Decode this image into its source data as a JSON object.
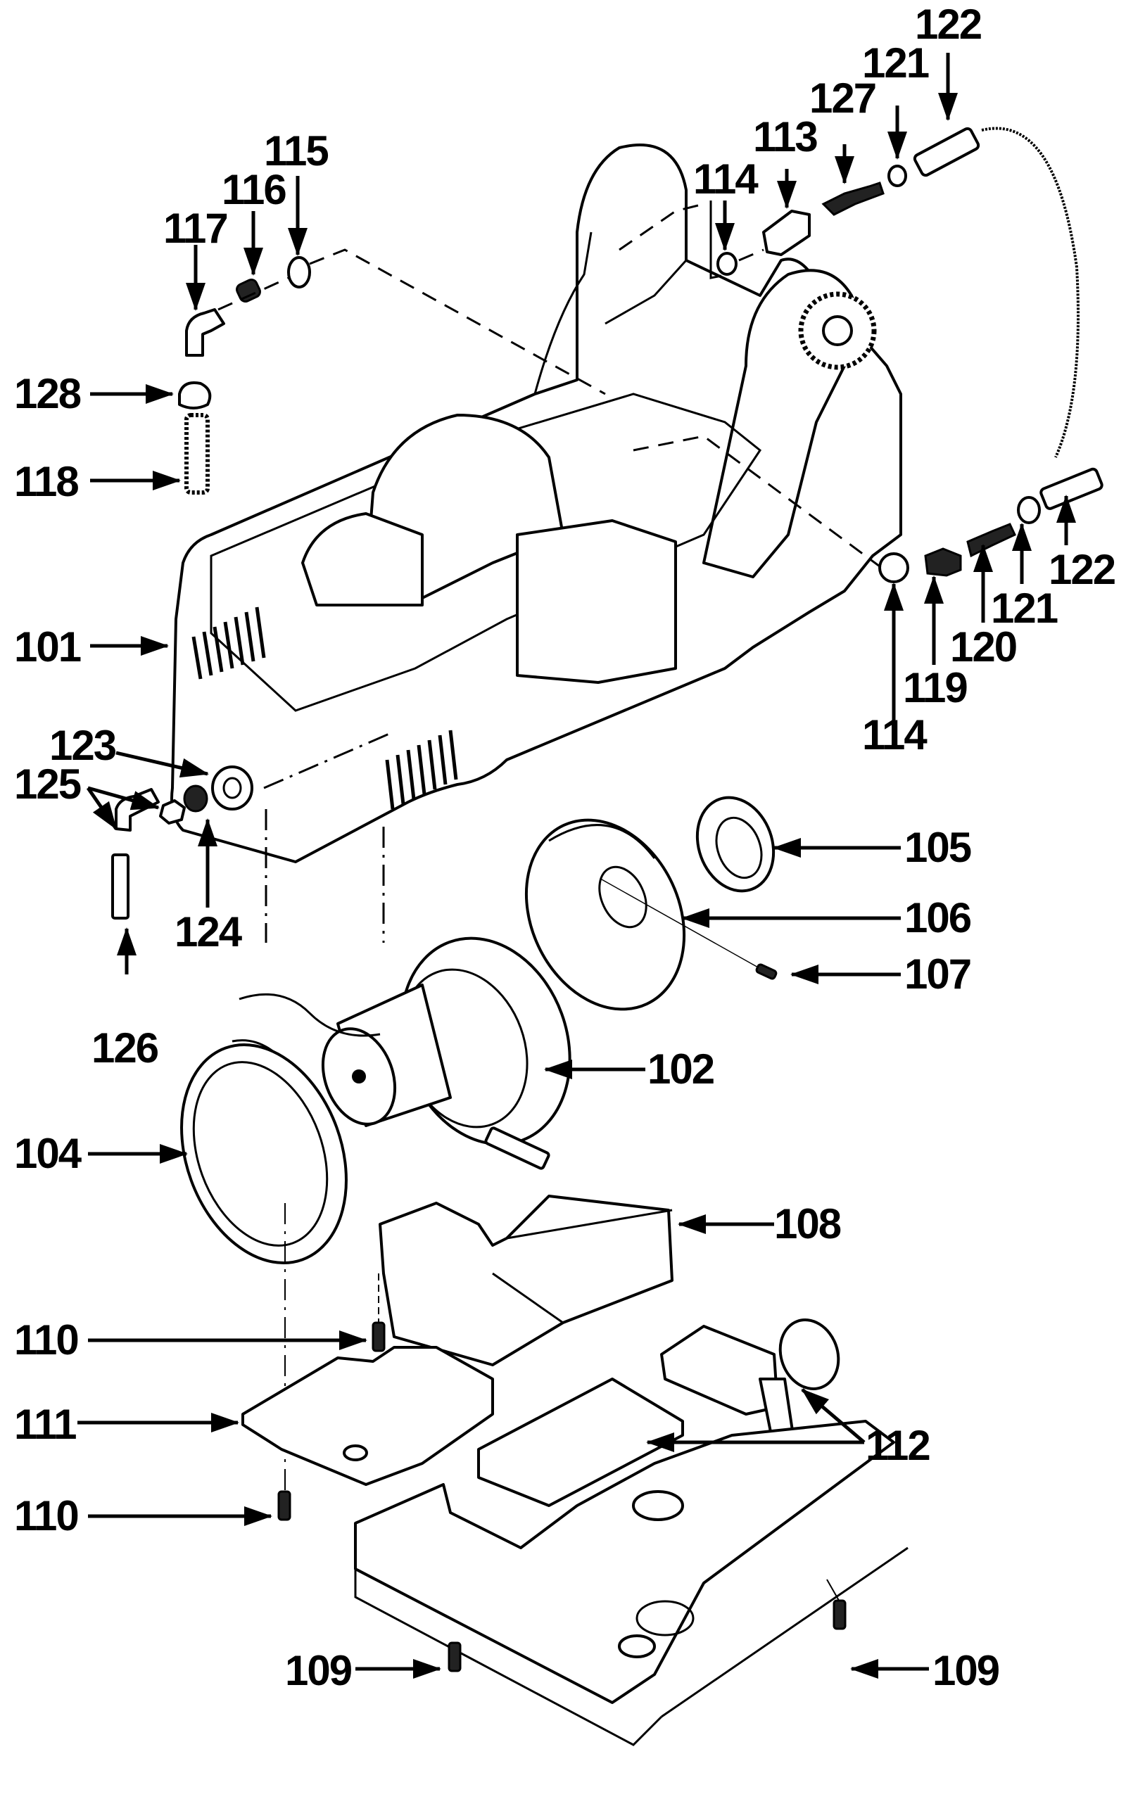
{
  "diagram": {
    "type": "exploded-parts-view",
    "subject": "floor machine base / motor housing assembly",
    "callouts": [
      {
        "id": "c101",
        "label": "101",
        "part": "housing"
      },
      {
        "id": "c102",
        "label": "102",
        "part": "vacuum-motor"
      },
      {
        "id": "c104",
        "label": "104",
        "part": "motor-gasket-ring"
      },
      {
        "id": "c105",
        "label": "105",
        "part": "seal"
      },
      {
        "id": "c106",
        "label": "106",
        "part": "motor-cover"
      },
      {
        "id": "c107",
        "label": "107",
        "part": "screw"
      },
      {
        "id": "c108",
        "label": "108",
        "part": "motor-bracket"
      },
      {
        "id": "c109a",
        "label": "109",
        "part": "screw"
      },
      {
        "id": "c109b",
        "label": "109",
        "part": "screw"
      },
      {
        "id": "c110a",
        "label": "110",
        "part": "screw"
      },
      {
        "id": "c110b",
        "label": "110",
        "part": "screw"
      },
      {
        "id": "c111",
        "label": "111",
        "part": "bracket-plate"
      },
      {
        "id": "c112",
        "label": "112",
        "part": "squeegee-motor-assembly"
      },
      {
        "id": "c113",
        "label": "113",
        "part": "bushing"
      },
      {
        "id": "c114a",
        "label": "114",
        "part": "washer"
      },
      {
        "id": "c114b",
        "label": "114",
        "part": "washer"
      },
      {
        "id": "c115",
        "label": "115",
        "part": "washer"
      },
      {
        "id": "c116",
        "label": "116",
        "part": "nut"
      },
      {
        "id": "c117",
        "label": "117",
        "part": "elbow-fitting"
      },
      {
        "id": "c118",
        "label": "118",
        "part": "hose"
      },
      {
        "id": "c119",
        "label": "119",
        "part": "nut"
      },
      {
        "id": "c120",
        "label": "120",
        "part": "fitting"
      },
      {
        "id": "c121a",
        "label": "121",
        "part": "nut"
      },
      {
        "id": "c121b",
        "label": "121",
        "part": "nut"
      },
      {
        "id": "c122a",
        "label": "122",
        "part": "cable-end"
      },
      {
        "id": "c122b",
        "label": "122",
        "part": "cable-end"
      },
      {
        "id": "c123",
        "label": "123",
        "part": "washer"
      },
      {
        "id": "c124",
        "label": "124",
        "part": "nut"
      },
      {
        "id": "c125",
        "label": "125",
        "part": "elbow-fitting"
      },
      {
        "id": "c126",
        "label": "126",
        "part": "tube"
      },
      {
        "id": "c127",
        "label": "127",
        "part": "fitting"
      },
      {
        "id": "c128",
        "label": "128",
        "part": "hose-clamp"
      }
    ]
  }
}
